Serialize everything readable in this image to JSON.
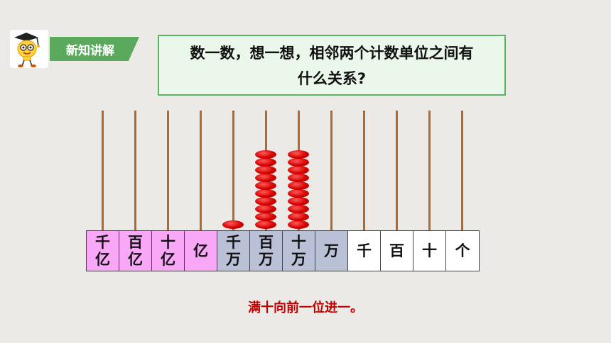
{
  "header": {
    "badge_label": "新知讲解",
    "icon": "scholar-lightbulb-mascot-icon"
  },
  "question": {
    "line1": "数一数，想一想，相邻两个计数单位之间有",
    "line2": "什么关系?"
  },
  "abacus": {
    "rods": [
      {
        "label": "千\n亿",
        "group": "yi",
        "beads": 0
      },
      {
        "label": "百\n亿",
        "group": "yi",
        "beads": 0
      },
      {
        "label": "十\n亿",
        "group": "yi",
        "beads": 0
      },
      {
        "label": "亿",
        "group": "yi",
        "beads": 0
      },
      {
        "label": "千\n万",
        "group": "wan",
        "beads": 1
      },
      {
        "label": "百\n万",
        "group": "wan",
        "beads": 10
      },
      {
        "label": "十\n万",
        "group": "wan",
        "beads": 10
      },
      {
        "label": "万",
        "group": "wan",
        "beads": 0
      },
      {
        "label": "千",
        "group": "ge",
        "beads": 0
      },
      {
        "label": "百",
        "group": "ge",
        "beads": 0
      },
      {
        "label": "十",
        "group": "ge",
        "beads": 0
      },
      {
        "label": "个",
        "group": "ge",
        "beads": 0
      }
    ]
  },
  "conclusion": "满十向前一位进一。",
  "colors": {
    "bead": "#d50000",
    "rod": "#b06a2e",
    "yi": "#f9a7f7",
    "wan": "#bac0d6",
    "accent": "#5aa95c",
    "conclusion": "#c00000"
  }
}
